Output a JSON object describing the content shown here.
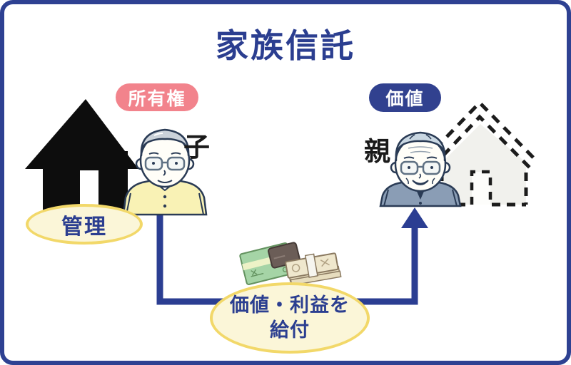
{
  "title": "家族信託",
  "left": {
    "ownership_badge": "所有権",
    "person": "子",
    "manage_bubble": "管理"
  },
  "right": {
    "value_badge": "価値",
    "person": "親"
  },
  "flow": {
    "benefit_line1": "価値・利益を",
    "benefit_line2": "給付"
  },
  "colors": {
    "frame_blue": "#2E4192",
    "title_blue": "#2B3E90",
    "ownership_pink": "#F2838C",
    "value_navy": "#31418F",
    "bubble_fill": "#FBF6D8",
    "bubble_border": "#F2D869",
    "arrow_blue": "#2B3E92",
    "house_black": "#0D0D0D",
    "dashed_house_fill": "#F1F1ED"
  },
  "icons": {
    "left_house": "black-house-icon",
    "right_house": "dashed-house-icon",
    "son": "son-illustration",
    "father": "father-illustration",
    "bankbook": "bankbook-icon",
    "card": "card-icon",
    "cash": "cash-bundle-icon",
    "arrow": "flow-arrow-icon"
  }
}
